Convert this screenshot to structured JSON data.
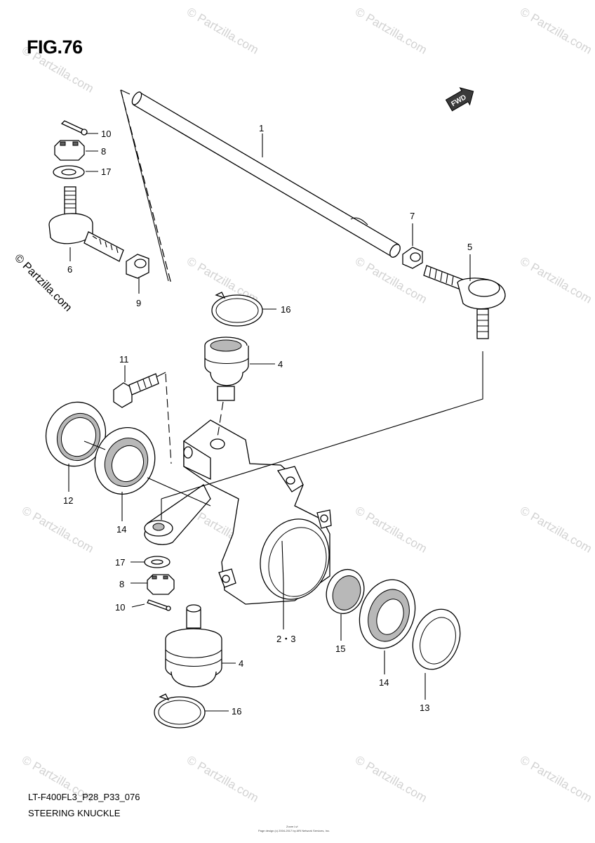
{
  "figure": {
    "title": "FIG.76"
  },
  "footer": {
    "code": "LT-F400FL3_P28_P33_076",
    "name": "STEERING KNUCKLE",
    "small_line_1": "Zoom Lvl",
    "small_line_2": "Page design (c) 2004-2017 by ARI Network Services, Inc."
  },
  "watermark": {
    "text": "© Partzilla.com"
  },
  "direction_badge": {
    "text": "FWD"
  },
  "callouts": [
    {
      "id": "c1",
      "label": "1"
    },
    {
      "id": "c10a",
      "label": "10"
    },
    {
      "id": "c8a",
      "label": "8"
    },
    {
      "id": "c17a",
      "label": "17"
    },
    {
      "id": "c6",
      "label": "6"
    },
    {
      "id": "c9",
      "label": "9"
    },
    {
      "id": "c7",
      "label": "7"
    },
    {
      "id": "c5",
      "label": "5"
    },
    {
      "id": "c16a",
      "label": "16"
    },
    {
      "id": "c11",
      "label": "11"
    },
    {
      "id": "c4a",
      "label": "4"
    },
    {
      "id": "c12",
      "label": "12"
    },
    {
      "id": "c14a",
      "label": "14"
    },
    {
      "id": "c17b",
      "label": "17"
    },
    {
      "id": "c8b",
      "label": "8"
    },
    {
      "id": "c10b",
      "label": "10"
    },
    {
      "id": "c23",
      "label": "2・3"
    },
    {
      "id": "c15",
      "label": "15"
    },
    {
      "id": "c14b",
      "label": "14"
    },
    {
      "id": "c13",
      "label": "13"
    },
    {
      "id": "c4b",
      "label": "4"
    },
    {
      "id": "c16b",
      "label": "16"
    }
  ]
}
